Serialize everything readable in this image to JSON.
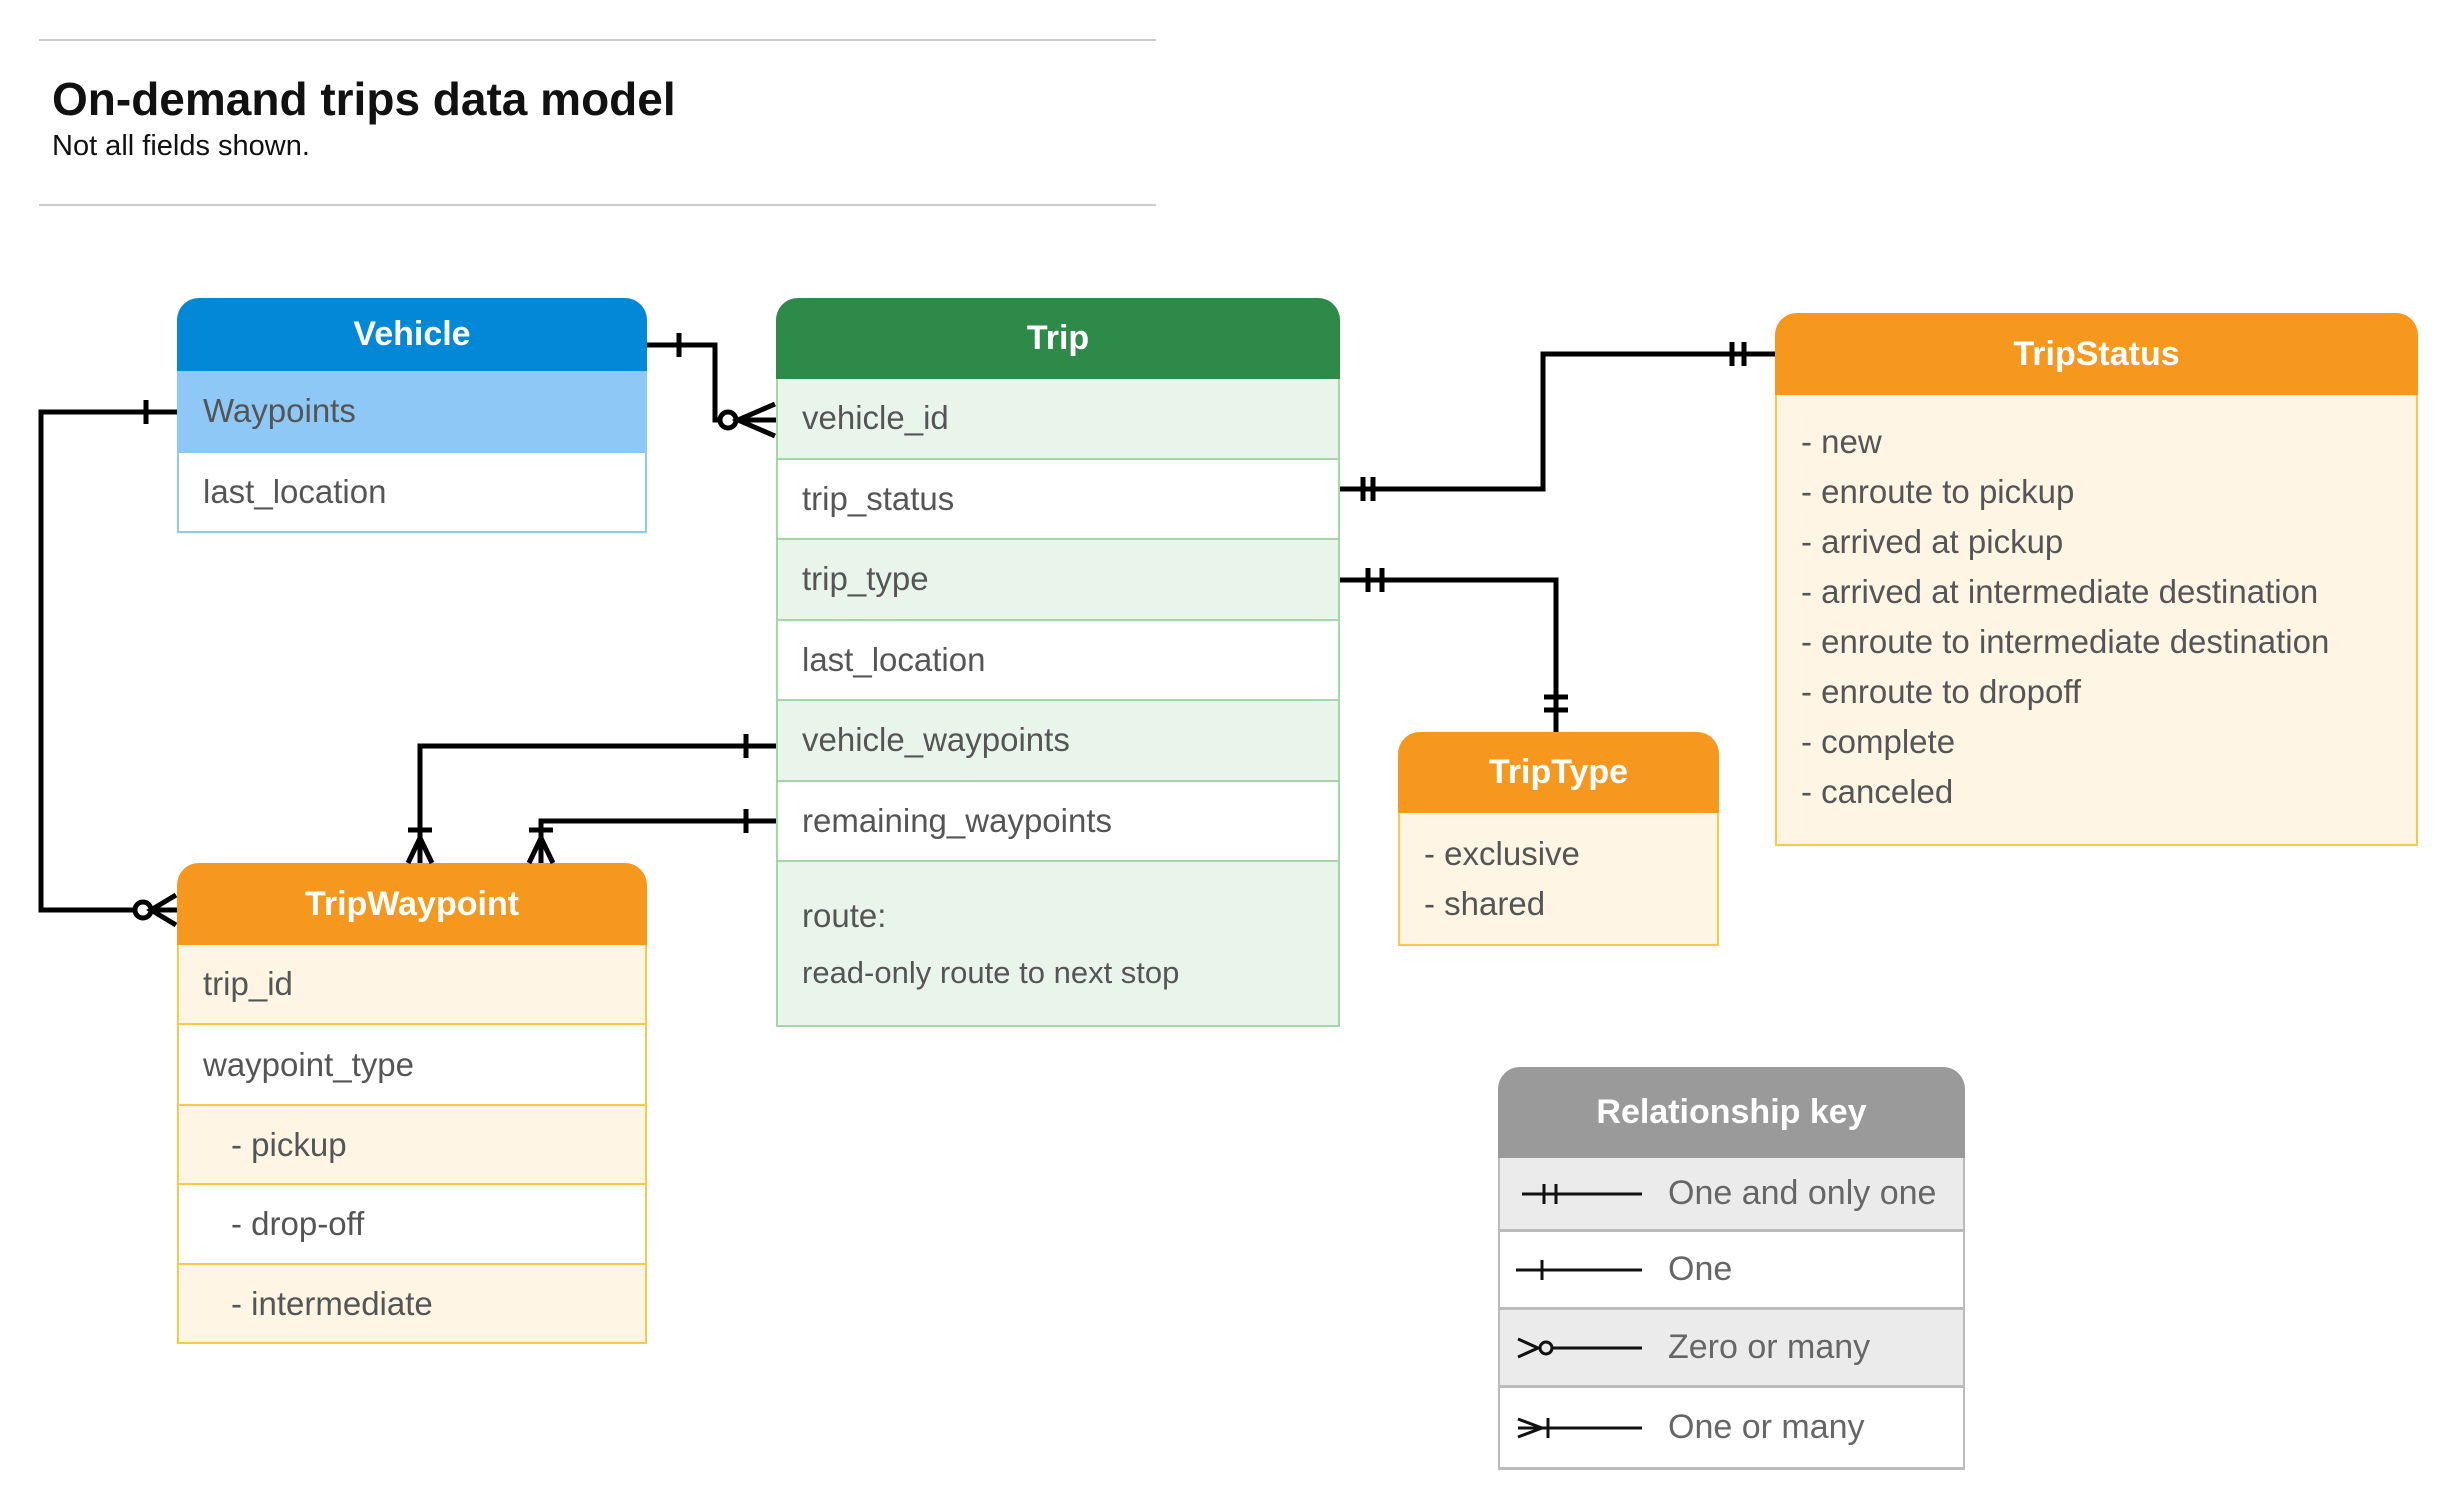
{
  "title": "On-demand trips data model",
  "subtitle": "Not all fields shown.",
  "vehicle": {
    "name": "Vehicle",
    "fields": [
      "Waypoints",
      "last_location"
    ]
  },
  "trip": {
    "name": "Trip",
    "fields": [
      "vehicle_id",
      "trip_status",
      "trip_type",
      "last_location",
      "vehicle_waypoints",
      "remaining_waypoints"
    ],
    "route_label": "route:",
    "route_desc": "read-only route to next stop"
  },
  "trip_status": {
    "name": "TripStatus",
    "values": [
      "- new",
      "- enroute to pickup",
      "- arrived at pickup",
      "- arrived at intermediate destination",
      "- enroute to intermediate destination",
      "- enroute to dropoff",
      "- complete",
      "- canceled"
    ]
  },
  "trip_type": {
    "name": "TripType",
    "values": [
      "- exclusive",
      "- shared"
    ]
  },
  "trip_waypoint": {
    "name": "TripWaypoint",
    "fields": [
      "trip_id",
      "waypoint_type",
      "- pickup",
      "- drop-off",
      "- intermediate"
    ]
  },
  "key": {
    "title": "Relationship key",
    "items": [
      "One and only one",
      "One",
      "Zero or many",
      "One or many"
    ]
  },
  "colors": {
    "vehicle": "#0288d6",
    "vehicle_row": "#8ec8f6",
    "trip": "#2d8a48",
    "trip_row": "#e9f5ea",
    "orange": "#f7981e",
    "orange_body": "#fef5e4",
    "key": "#9a9a9a"
  }
}
